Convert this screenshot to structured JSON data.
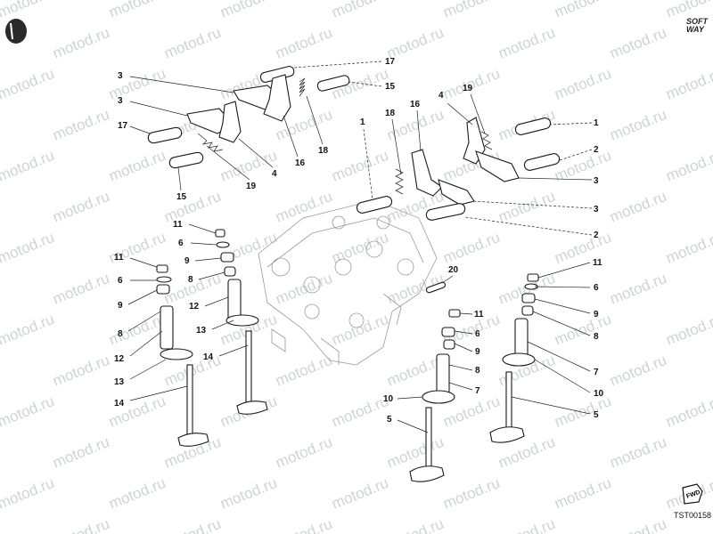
{
  "watermark": "motod.ru",
  "brand": {
    "line1": "SOFT",
    "line2": "WAY"
  },
  "fwd_label": "FWD",
  "reference_code": "TST00158",
  "callouts": [
    {
      "label": "17"
    },
    {
      "label": "15"
    },
    {
      "label": "3"
    },
    {
      "label": "3"
    },
    {
      "label": "17"
    },
    {
      "label": "18"
    },
    {
      "label": "16"
    },
    {
      "label": "4"
    },
    {
      "label": "19"
    },
    {
      "label": "15"
    },
    {
      "label": "1"
    },
    {
      "label": "18"
    },
    {
      "label": "16"
    },
    {
      "label": "4"
    },
    {
      "label": "19"
    },
    {
      "label": "1"
    },
    {
      "label": "2"
    },
    {
      "label": "3"
    },
    {
      "label": "3"
    },
    {
      "label": "2"
    },
    {
      "label": "11"
    },
    {
      "label": "6"
    },
    {
      "label": "9"
    },
    {
      "label": "8"
    },
    {
      "label": "12"
    },
    {
      "label": "13"
    },
    {
      "label": "14"
    },
    {
      "label": "11"
    },
    {
      "label": "6"
    },
    {
      "label": "9"
    },
    {
      "label": "8"
    },
    {
      "label": "12"
    },
    {
      "label": "13"
    },
    {
      "label": "14"
    },
    {
      "label": "20"
    },
    {
      "label": "11"
    },
    {
      "label": "6"
    },
    {
      "label": "9"
    },
    {
      "label": "8"
    },
    {
      "label": "7"
    },
    {
      "label": "10"
    },
    {
      "label": "5"
    },
    {
      "label": "11"
    },
    {
      "label": "6"
    },
    {
      "label": "9"
    },
    {
      "label": "8"
    },
    {
      "label": "7"
    },
    {
      "label": "10"
    },
    {
      "label": "5"
    }
  ]
}
